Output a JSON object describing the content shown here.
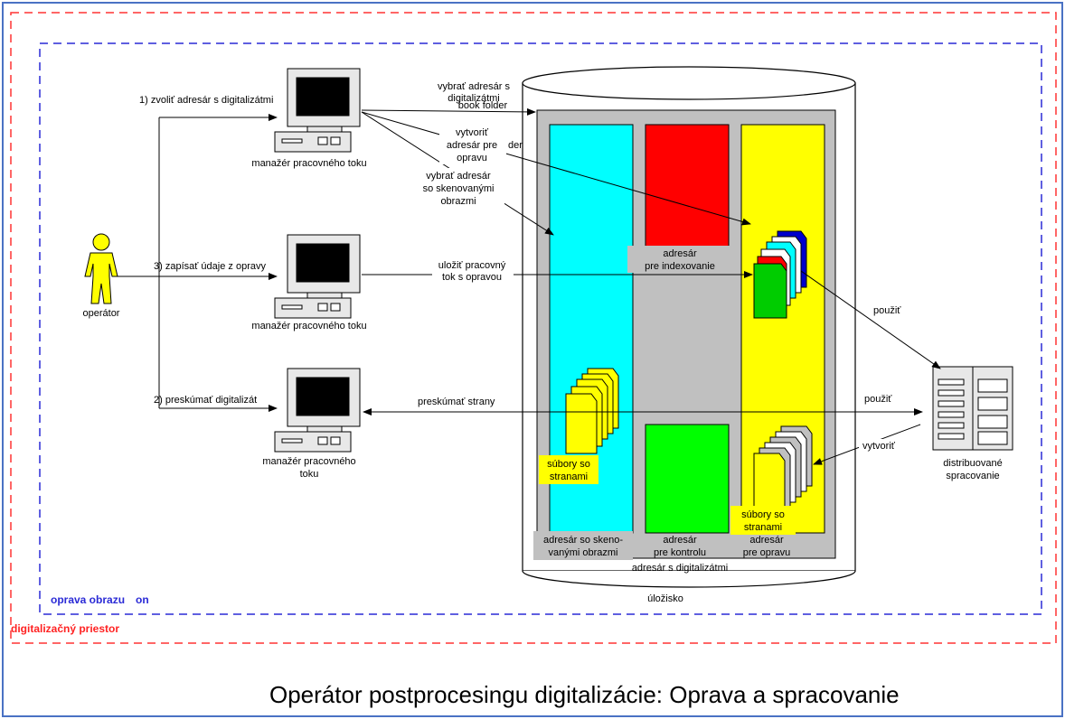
{
  "zones": {
    "outer_label": "digitalizačný priestor",
    "inner_label": "oprava obrazu",
    "inner_label_suffix": "on",
    "colors": {
      "outer": "#ff3333",
      "inner": "#2a2ad6",
      "frame": "#4a72c4"
    }
  },
  "title": "Operátor postprocesingu digitalizácie: Oprava a spracovanie",
  "operator": {
    "label": "operátor",
    "color": "#ffff00"
  },
  "workstations": [
    {
      "label_lines": [
        "manažér pracovného toku"
      ],
      "action": "1) zvoliť adresár s digitalizátmi"
    },
    {
      "label_lines": [
        "manažér pracovného toku"
      ],
      "action": "3) zapísať údaje z opravy"
    },
    {
      "label_lines": [
        "manažér pracovného",
        "toku"
      ],
      "action": "2) preskúmať digitalizát"
    }
  ],
  "flows": {
    "select_dir": [
      "vybrať adresár  s",
      "digitalizátmi"
    ],
    "select_dir_ghost": "book folder",
    "create_dir": [
      "vytvoriť",
      "adresár pre",
      "opravu"
    ],
    "create_dir_ghost": "der",
    "select_scanned": [
      "vybrať adresár",
      "so skenovanými",
      "obrazmi"
    ],
    "save_flow": [
      "uložiť pracovný",
      "tok s opravou"
    ],
    "review_pages": "preskúmať strany",
    "use_1": "použiť",
    "use_2": "použiť",
    "create": "vytvoriť"
  },
  "storage": {
    "label": "úložisko",
    "group_label": "adresár s digitalizátmi",
    "columns": [
      {
        "label_lines": [
          "adresár so skeno-",
          "vanými obrazmi"
        ],
        "color": "#00ffff"
      },
      {
        "label_lines": [
          "adresár",
          "pre indexovanie"
        ],
        "color": "#ff0000"
      },
      {
        "label_lines": [
          "adresár",
          "pre kontrolu"
        ],
        "color": "#00ff00"
      },
      {
        "label_lines": [
          "adresár",
          "pre opravu"
        ],
        "color": "#ffff00"
      }
    ],
    "page_files": [
      "súbory so",
      "stranami"
    ],
    "page_files_2": [
      "súbory so",
      "stranami"
    ]
  },
  "server": {
    "label_lines": [
      "distribuované",
      "spracovanie"
    ]
  }
}
